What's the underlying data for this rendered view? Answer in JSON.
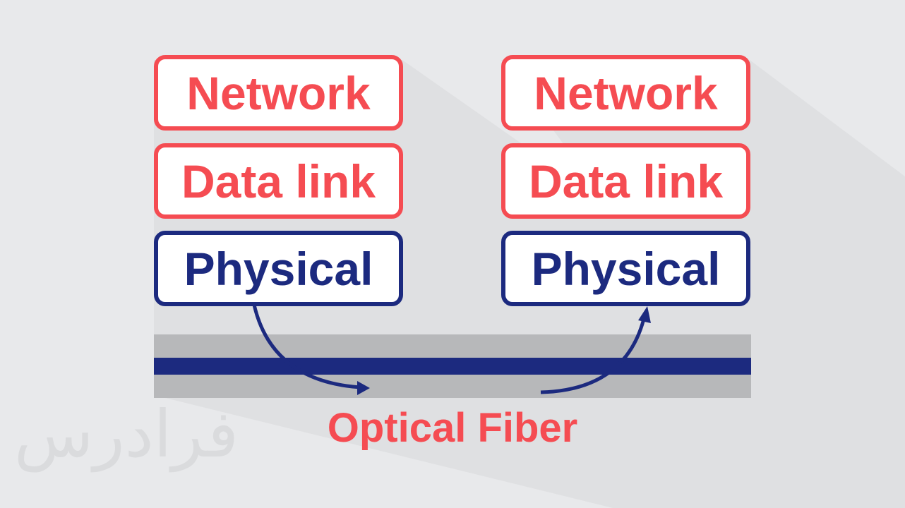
{
  "left_stack": {
    "network": "Network",
    "data_link": "Data link",
    "physical": "Physical"
  },
  "right_stack": {
    "network": "Network",
    "data_link": "Data link",
    "physical": "Physical"
  },
  "medium": {
    "caption": "Optical Fiber"
  },
  "watermark": "فرادرس",
  "colors": {
    "upper_layers": "#f54c52",
    "physical_layer": "#1c2a7f",
    "fiber_core": "#1c2a7f",
    "fiber_cladding": "#b7b8ba",
    "background": "#e8e9eb"
  }
}
